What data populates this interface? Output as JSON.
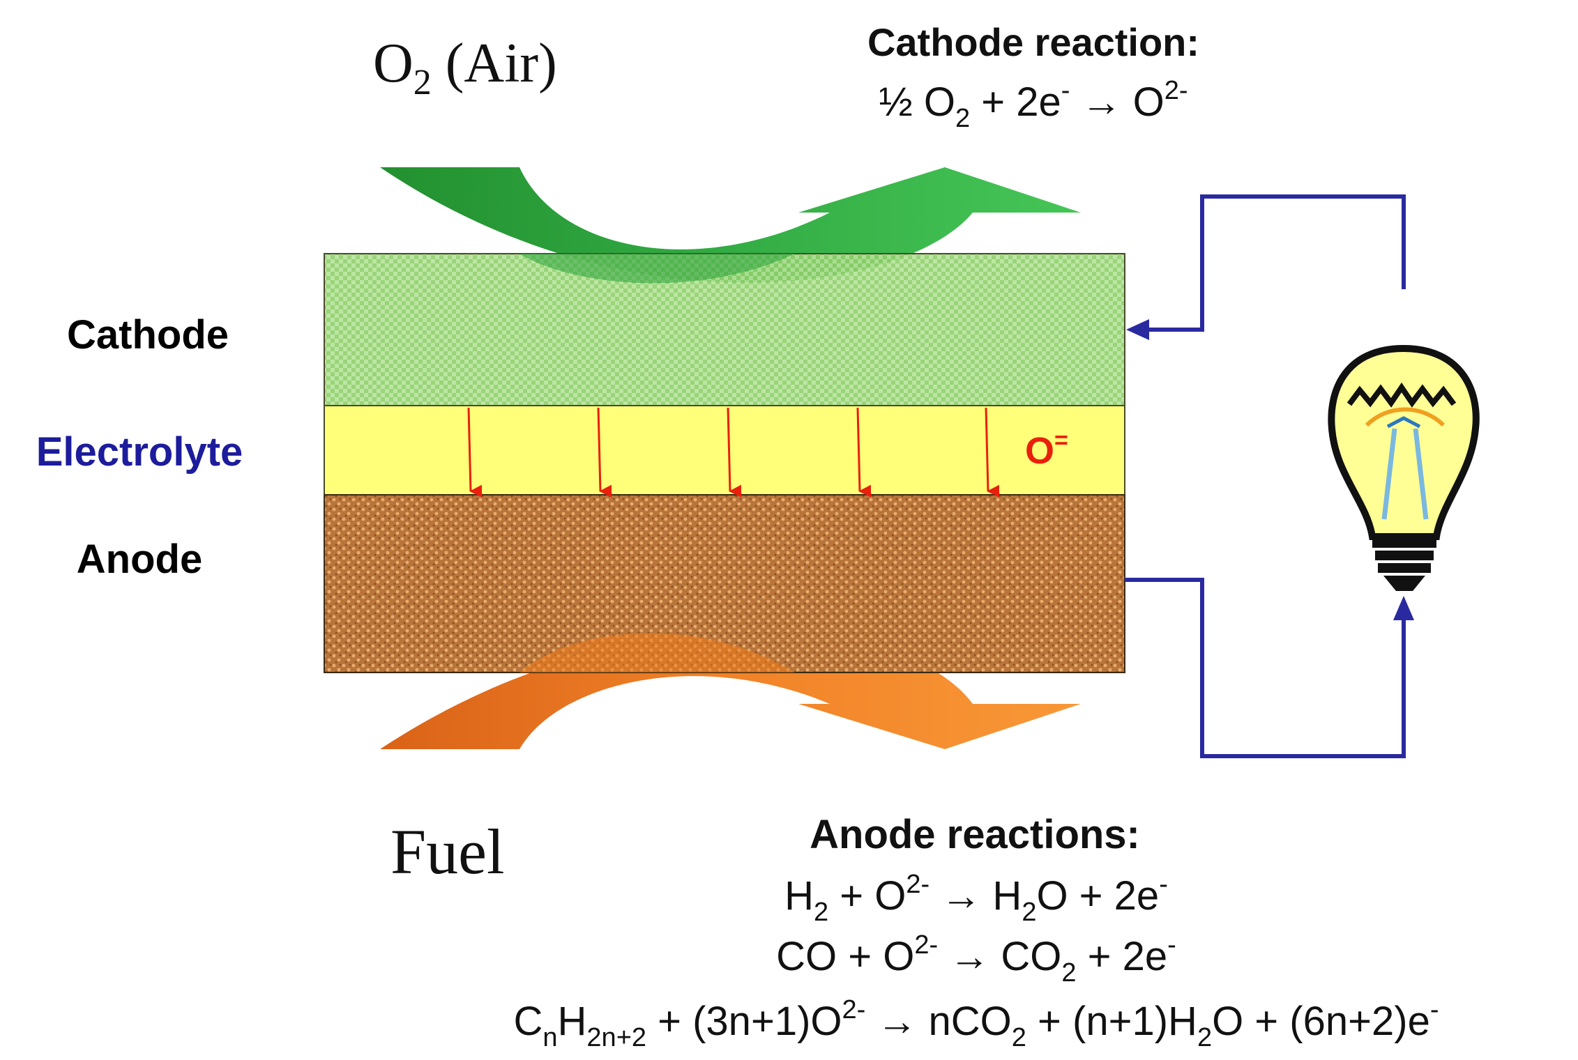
{
  "inlet_top": {
    "species": "O",
    "sub": "2",
    "rest": " (Air)"
  },
  "inlet_bottom": "Fuel",
  "layers": {
    "cathode": "Cathode",
    "electrolyte": "Electrolyte",
    "anode": "Anode"
  },
  "ion_label": {
    "base": "O",
    "sup": "="
  },
  "cathode_reaction": {
    "title": "Cathode reaction:",
    "equation": [
      {
        "t": "½ O"
      },
      {
        "sub": "2"
      },
      {
        "t": " + 2e"
      },
      {
        "sup": "-"
      },
      {
        "t": " → O"
      },
      {
        "sup": "2-"
      }
    ]
  },
  "anode_reactions": {
    "title": "Anode reactions:",
    "equations": [
      [
        {
          "t": "H"
        },
        {
          "sub": "2"
        },
        {
          "t": " + O"
        },
        {
          "sup": "2-"
        },
        {
          "t": " → H"
        },
        {
          "sub": "2"
        },
        {
          "t": "O + 2e"
        },
        {
          "sup": "-"
        }
      ],
      [
        {
          "t": "CO + O"
        },
        {
          "sup": "2-"
        },
        {
          "t": " → CO"
        },
        {
          "sub": "2"
        },
        {
          "t": " + 2e"
        },
        {
          "sup": "-"
        }
      ],
      [
        {
          "t": "C"
        },
        {
          "sub": "n"
        },
        {
          "t": "H"
        },
        {
          "sub": "2n+2"
        },
        {
          "t": " + (3n+1)O"
        },
        {
          "sup": "2-"
        },
        {
          "t": " → nCO"
        },
        {
          "sub": "2"
        },
        {
          "t": " + (n+1)H"
        },
        {
          "sub": "2"
        },
        {
          "t": "O + (6n+2)e"
        },
        {
          "sup": "-"
        }
      ]
    ]
  },
  "colors": {
    "cathode_fill": "#b5e39a",
    "cathode_dots": "#7fc25a",
    "electrolyte_fill": "#ffff7a",
    "anode_fill": "#c9854a",
    "anode_dots": "#e4a666",
    "air_arrow": "#1e9b2c",
    "fuel_arrow": "#ef7a18",
    "ion_arrow": "#e8200c",
    "circuit": "#2a2aa0",
    "electrolyte_label": "#1c1c9c"
  },
  "icons": [
    "air-flow-arrow",
    "fuel-flow-arrow",
    "ion-migration-arrow",
    "light-bulb-icon",
    "external-circuit-wire"
  ]
}
